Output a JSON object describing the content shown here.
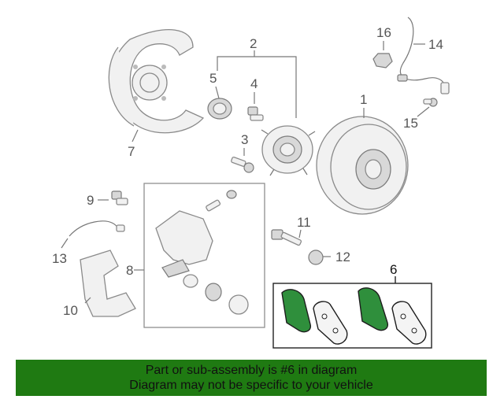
{
  "callouts": {
    "c1": "1",
    "c2": "2",
    "c3": "3",
    "c4": "4",
    "c5": "5",
    "c6": "6",
    "c7": "7",
    "c8": "8",
    "c9": "9",
    "c10": "10",
    "c11": "11",
    "c12": "12",
    "c13": "13",
    "c14": "14",
    "c15": "15",
    "c16": "16"
  },
  "banner": {
    "line1": "Part or sub-assembly is #6 in diagram",
    "line2": "Diagram may not be specific to your vehicle"
  },
  "colors": {
    "banner_bg": "#1f7a12",
    "highlight_part": "#2f8f3c"
  }
}
